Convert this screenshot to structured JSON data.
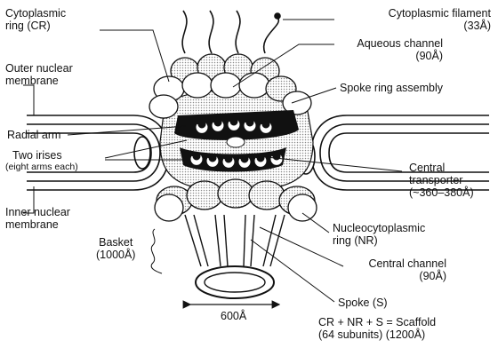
{
  "labels": {
    "cytoplasmic_ring": [
      "Cytoplasmic",
      "ring (CR)"
    ],
    "cytoplasmic_filament": [
      "Cytoplasmic filament",
      "(33Å)"
    ],
    "aqueous_channel": [
      "Aqueous channel",
      "(90Å)"
    ],
    "outer_nuclear_membrane": [
      "Outer nuclear",
      "membrane"
    ],
    "spoke_ring_assembly": "Spoke ring assembly",
    "radial_arm": "Radial arm",
    "two_irises": "Two irises",
    "two_irises_note": "(eight arms each)",
    "central_transporter": [
      "Central",
      "transporter",
      "(~360–380Å)"
    ],
    "inner_nuclear_membrane": [
      "Inner nuclear",
      "membrane"
    ],
    "basket": [
      "Basket",
      "(1000Å)"
    ],
    "nucleocytoplasmic_ring": [
      "Nucleocytoplasmic",
      "ring (NR)"
    ],
    "central_channel": [
      "Central channel",
      "(90Å)"
    ],
    "spoke": "Spoke (S)",
    "width": "600Å",
    "scaffold_formula": "CR + NR + S = Scaffold",
    "scaffold_note": "(64 subunits) (1200Å)"
  },
  "colors": {
    "ink": "#111111",
    "stipple": "#c4c4c4",
    "membrane_fill": "#ffffff"
  }
}
